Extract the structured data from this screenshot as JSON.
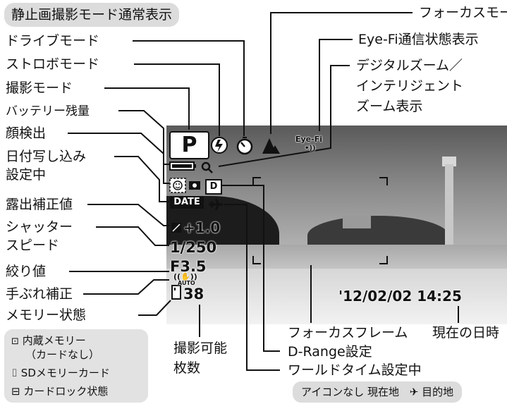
{
  "title": "静止画撮影モード通常表示",
  "labels_left": {
    "drive_mode": "ドライブモード",
    "flash_mode": "ストロボモード",
    "shooting_mode": "撮影モード",
    "battery": "バッテリー残量",
    "face_detect": "顔検出",
    "date_imprint_1": "日付写し込み",
    "date_imprint_2": "設定中",
    "exposure_comp": "露出補正値",
    "shutter_speed_1": "シャッター",
    "shutter_speed_2": "スピード",
    "aperture": "絞り値",
    "shake_reduction": "手ぶれ補正",
    "memory_status": "メモリー状態"
  },
  "labels_right": {
    "focus_mode": "フォーカスモード",
    "eyefi_status": "Eye-Fi通信状態表示",
    "digital_zoom_1": "デジタルズーム／",
    "digital_zoom_2": "インテリジェント",
    "digital_zoom_3": "ズーム表示"
  },
  "labels_bottom": {
    "focus_frame": "フォーカスフレーム",
    "current_datetime": "現在の日時",
    "drange": "D-Range設定",
    "world_time": "ワールドタイム設定中",
    "shots_remaining_1": "撮影可能",
    "shots_remaining_2": "枚数"
  },
  "legend": {
    "internal_memory_1": "内蔵メモリー",
    "internal_memory_2": "（カードなし）",
    "sd_card": "SDメモリーカード",
    "card_lock": "カードロック状態"
  },
  "world_time_note": {
    "no_icon": "アイコンなし 現在地",
    "destination": "目的地"
  },
  "osd": {
    "mode": "P",
    "date_badge": "DATE",
    "drange_badge": "D",
    "exposure": "+1.0",
    "shutter": "1/250",
    "aperture": "F3.5",
    "shake_auto": "AUTO",
    "shots": "38",
    "datetime": "'12/02/02 14:25",
    "eyefi": "Eye-Fi"
  }
}
